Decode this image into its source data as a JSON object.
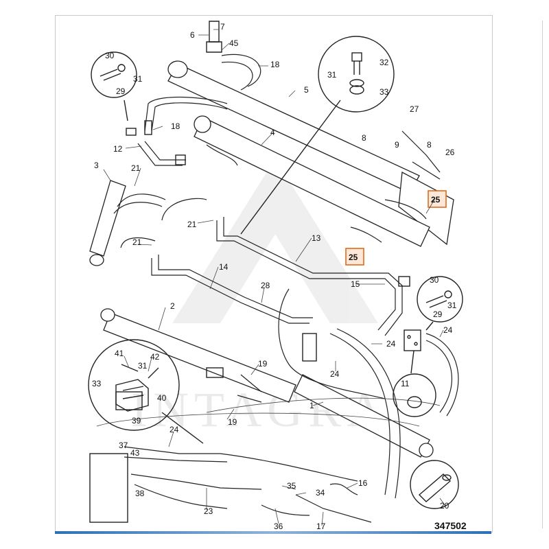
{
  "diagram": {
    "figure_number": "347502",
    "watermark": "INTAGRA",
    "highlight_color": "#e06a1c",
    "callouts": [
      {
        "id": "c7",
        "label": "7"
      },
      {
        "id": "c6",
        "label": "6"
      },
      {
        "id": "c45",
        "label": "45"
      },
      {
        "id": "c18a",
        "label": "18"
      },
      {
        "id": "c30a",
        "label": "30"
      },
      {
        "id": "c31a",
        "label": "31"
      },
      {
        "id": "c29a",
        "label": "29"
      },
      {
        "id": "c5",
        "label": "5"
      },
      {
        "id": "c32",
        "label": "32"
      },
      {
        "id": "c31b",
        "label": "31"
      },
      {
        "id": "c33a",
        "label": "33"
      },
      {
        "id": "c27",
        "label": "27"
      },
      {
        "id": "c18b",
        "label": "18"
      },
      {
        "id": "c4",
        "label": "4"
      },
      {
        "id": "c8a",
        "label": "8"
      },
      {
        "id": "c9",
        "label": "9"
      },
      {
        "id": "c8b",
        "label": "8"
      },
      {
        "id": "c26",
        "label": "26"
      },
      {
        "id": "c12",
        "label": "12"
      },
      {
        "id": "c3",
        "label": "3"
      },
      {
        "id": "c21a",
        "label": "21"
      },
      {
        "id": "c25a",
        "label": "25"
      },
      {
        "id": "c21b",
        "label": "21"
      },
      {
        "id": "c21c",
        "label": "21"
      },
      {
        "id": "c13",
        "label": "13"
      },
      {
        "id": "c25b",
        "label": "25"
      },
      {
        "id": "c14",
        "label": "14"
      },
      {
        "id": "c15",
        "label": "15"
      },
      {
        "id": "c30b",
        "label": "30"
      },
      {
        "id": "c28",
        "label": "28"
      },
      {
        "id": "c31c",
        "label": "31"
      },
      {
        "id": "c2",
        "label": "2"
      },
      {
        "id": "c29b",
        "label": "29"
      },
      {
        "id": "c24a",
        "label": "24"
      },
      {
        "id": "c24b",
        "label": "24"
      },
      {
        "id": "c41",
        "label": "41"
      },
      {
        "id": "c42",
        "label": "42"
      },
      {
        "id": "c31d",
        "label": "31"
      },
      {
        "id": "c19a",
        "label": "19"
      },
      {
        "id": "c24c",
        "label": "24"
      },
      {
        "id": "c33b",
        "label": "33"
      },
      {
        "id": "c40",
        "label": "40"
      },
      {
        "id": "c11",
        "label": "11"
      },
      {
        "id": "c39",
        "label": "39"
      },
      {
        "id": "c19b",
        "label": "19"
      },
      {
        "id": "c1",
        "label": "1"
      },
      {
        "id": "c24d",
        "label": "24"
      },
      {
        "id": "c37",
        "label": "37"
      },
      {
        "id": "c43",
        "label": "43"
      },
      {
        "id": "c38",
        "label": "38"
      },
      {
        "id": "c35",
        "label": "35"
      },
      {
        "id": "c16",
        "label": "16"
      },
      {
        "id": "c34",
        "label": "34"
      },
      {
        "id": "c23",
        "label": "23"
      },
      {
        "id": "c20",
        "label": "20"
      },
      {
        "id": "c36",
        "label": "36"
      },
      {
        "id": "c17",
        "label": "17"
      }
    ]
  }
}
